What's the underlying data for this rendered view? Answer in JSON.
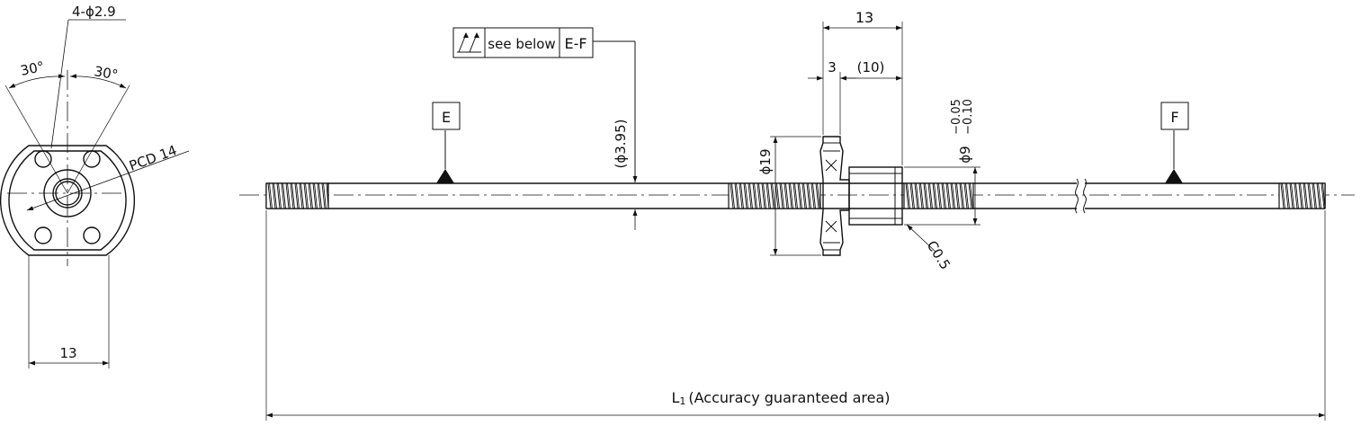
{
  "end_view": {
    "hole_callout": "4-ϕ2.9",
    "angle_left": "30°",
    "angle_right": "30°",
    "pcd": "PCD 14",
    "width_dim": "13"
  },
  "symbol_box": {
    "icon": "total-runout-icon",
    "text": "see below",
    "datum_ref": "E-F"
  },
  "datum_left": "E",
  "datum_right": "F",
  "shaft_dia": "(ϕ3.95)",
  "nut": {
    "length_total": "13",
    "flange_thk": "3",
    "body_len": "(10)",
    "flange_dia": "ϕ19",
    "body_dia": "ϕ9",
    "body_tol_upper": "−0.05",
    "body_tol_lower": "−0.10",
    "chamfer": "C0.5"
  },
  "overall": {
    "label_main": "L",
    "label_sub": "1",
    "label_rest": "(Accuracy guaranteed area)"
  }
}
